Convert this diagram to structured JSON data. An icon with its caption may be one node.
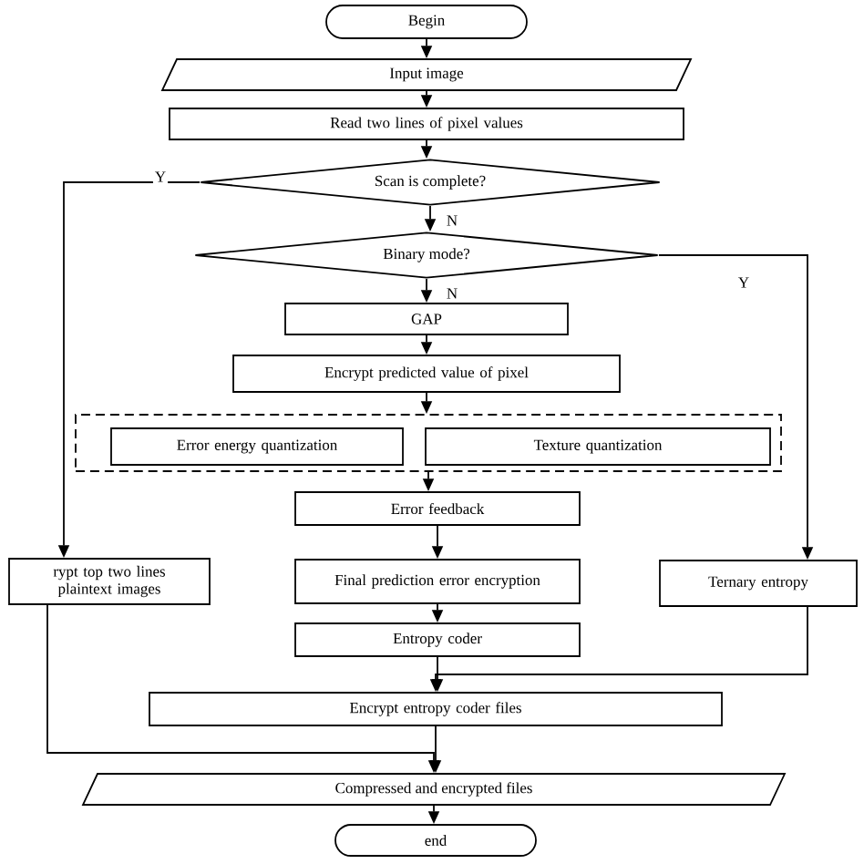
{
  "diagram": {
    "nodes": [
      {
        "text": [
          "Begin"
        ]
      },
      {
        "text": [
          "Input image"
        ]
      },
      {
        "text": [
          "Read two lines of pixel values"
        ]
      },
      {
        "text": [
          "Scan is complete?"
        ]
      },
      {
        "text": [
          "Binary mode?"
        ]
      },
      {
        "text": [
          "GAP"
        ]
      },
      {
        "text": [
          "Encrypt predicted value of pixel"
        ]
      },
      {
        "text": [],
        "shape": "box"
      },
      {
        "text": [
          "Error energy quantization"
        ],
        "in": 7
      },
      {
        "text": [
          "Texture quantization"
        ],
        "in": 7
      },
      {
        "text": [
          "Error feedback"
        ]
      },
      {
        "text": [
          "rypt top two lines plaintext images"
        ]
      },
      {
        "text": [
          "Final prediction error encryption"
        ]
      },
      {
        "text": [
          "Ternary entropy"
        ]
      },
      {
        "text": [
          "Entropy coder"
        ]
      },
      {
        "text": [
          "Encrypt entropy coder files"
        ]
      },
      {
        "text": [
          "Compressed and encrypted files"
        ]
      },
      {
        "text": [
          "end"
        ]
      }
    ],
    "edges": [
      {
        "from": 0,
        "to": 1,
        "arrow": "to"
      },
      {
        "from": 1,
        "to": 2,
        "arrow": "to"
      },
      {
        "from": 2,
        "to": 3,
        "arrow": "to"
      },
      {
        "from": 3,
        "to": 11,
        "arrow": "to",
        "label": "Y"
      },
      {
        "from": 3,
        "to": 4,
        "arrow": "to",
        "label": "N"
      },
      {
        "from": 4,
        "to": 13,
        "arrow": "to",
        "label": "Y"
      },
      {
        "from": 4,
        "to": 5,
        "arrow": "to",
        "label": "N"
      },
      {
        "from": 5,
        "to": 6,
        "arrow": "to"
      },
      {
        "from": 6,
        "to": 7,
        "arrow": "to"
      },
      {
        "from": 7,
        "to": 10,
        "arrow": "to"
      },
      {
        "from": 10,
        "to": 12,
        "arrow": "to"
      },
      {
        "from": 12,
        "to": 14,
        "arrow": "to"
      },
      {
        "from": 14,
        "to": 15,
        "arrow": "to"
      },
      {
        "from": 13,
        "to": 15,
        "arrow": "to"
      },
      {
        "from": 15,
        "to": 16,
        "arrow": "to"
      },
      {
        "from": 11,
        "to": 16,
        "arrow": "to"
      },
      {
        "from": 16,
        "to": 17,
        "arrow": "to"
      }
    ]
  }
}
